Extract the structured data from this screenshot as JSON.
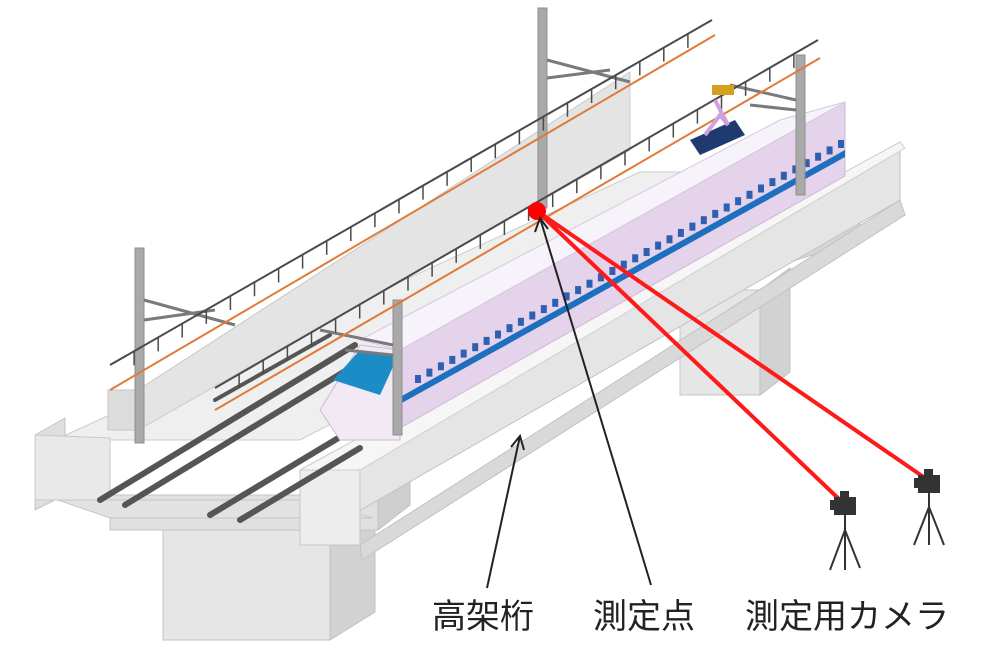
{
  "labels": {
    "viaduct_girder": "高架桁",
    "measurement_point": "測定点",
    "measurement_camera": "測定用カメラ"
  },
  "colors": {
    "laser_line": "#ff1a1a",
    "measurement_dot": "#ff0000",
    "train_stripe": "#1f6fbf",
    "train_body": "#e4d3ea",
    "catenary_orange": "#e07a3a",
    "concrete_light": "#ececec",
    "concrete_mid": "#d8d8d8",
    "concrete_dark": "#bdbdbd",
    "rail": "#555555"
  },
  "icons": [
    "camera-icon",
    "tripod-icon",
    "arrow-icon"
  ]
}
